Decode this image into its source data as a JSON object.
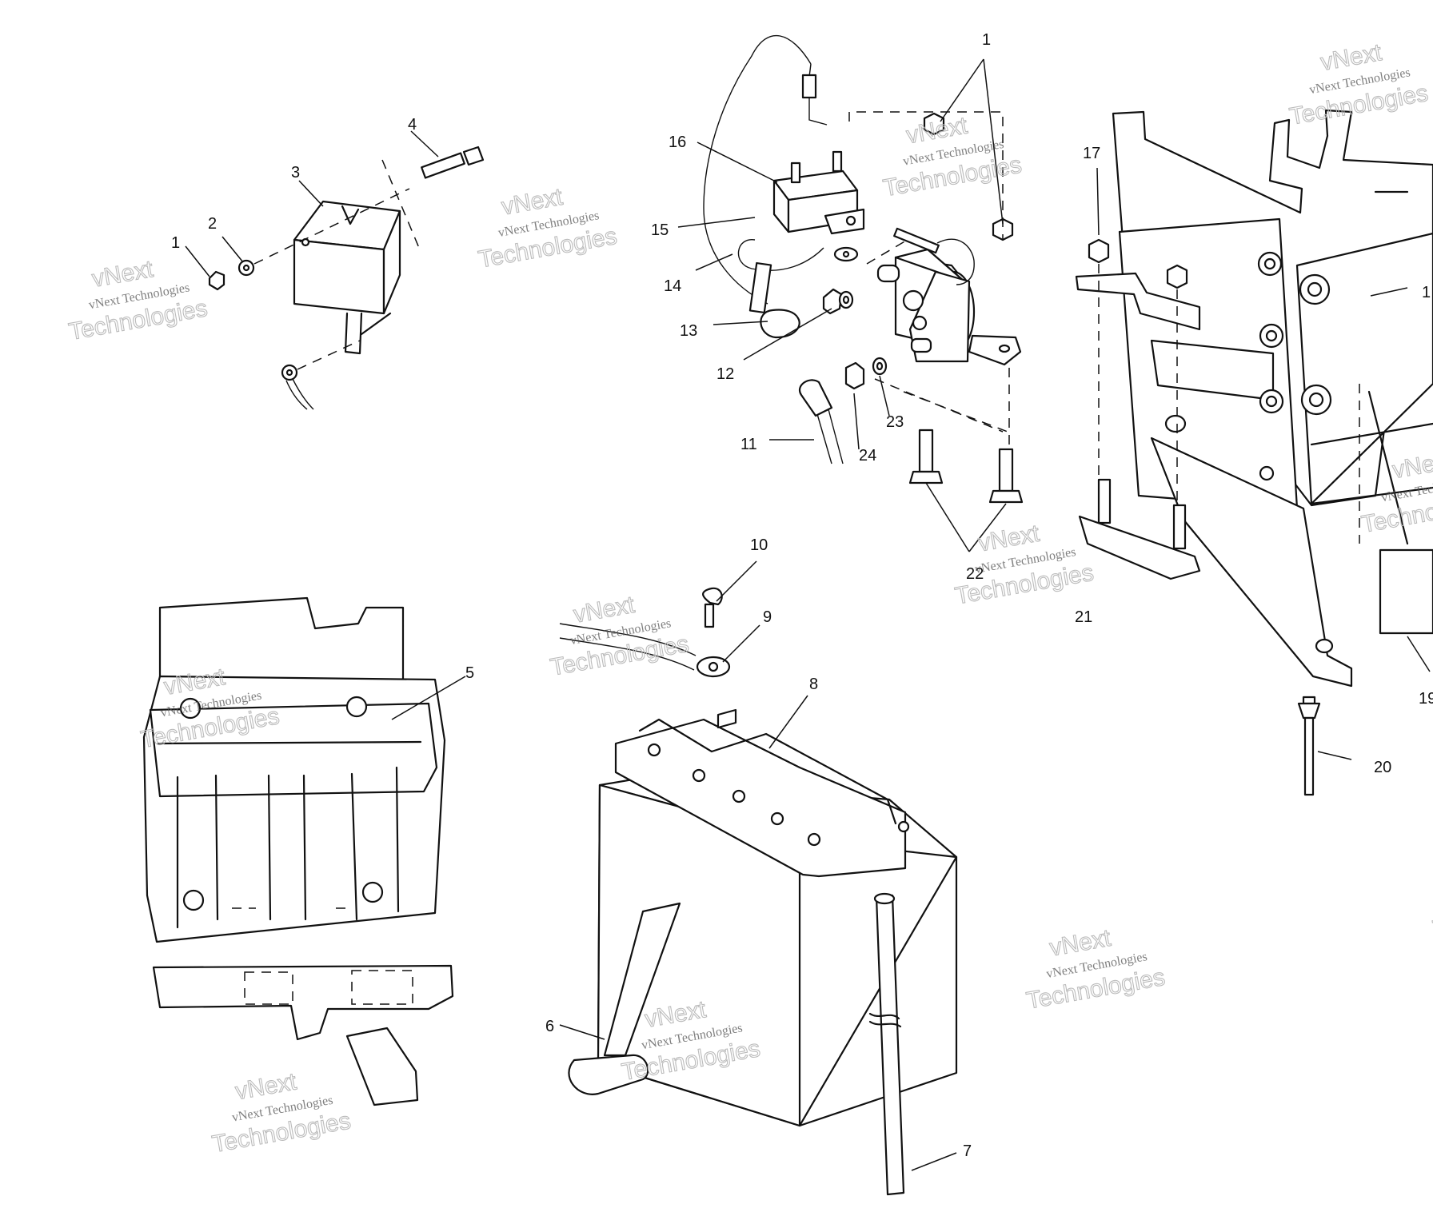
{
  "callouts": [
    {
      "id": "c1a",
      "label": "1"
    },
    {
      "id": "c2",
      "label": "2"
    },
    {
      "id": "c3",
      "label": "3"
    },
    {
      "id": "c4",
      "label": "4"
    },
    {
      "id": "c1b",
      "label": "1"
    },
    {
      "id": "c16",
      "label": "16"
    },
    {
      "id": "c15",
      "label": "15"
    },
    {
      "id": "c14",
      "label": "14"
    },
    {
      "id": "c13",
      "label": "13"
    },
    {
      "id": "c12",
      "label": "12"
    },
    {
      "id": "c11",
      "label": "11"
    },
    {
      "id": "c24",
      "label": "24"
    },
    {
      "id": "c23",
      "label": "23"
    },
    {
      "id": "c17",
      "label": "17"
    },
    {
      "id": "c22",
      "label": "22"
    },
    {
      "id": "c21",
      "label": "21"
    },
    {
      "id": "c18",
      "label": "1"
    },
    {
      "id": "c19",
      "label": "19"
    },
    {
      "id": "c20",
      "label": "20"
    },
    {
      "id": "c5",
      "label": "5"
    },
    {
      "id": "c10",
      "label": "10"
    },
    {
      "id": "c9",
      "label": "9"
    },
    {
      "id": "c8",
      "label": "8"
    },
    {
      "id": "c6",
      "label": "6"
    },
    {
      "id": "c7",
      "label": "7"
    }
  ],
  "watermark": {
    "line1": "vNext",
    "line2": "vNext Technologies",
    "line3": "Technologies"
  }
}
